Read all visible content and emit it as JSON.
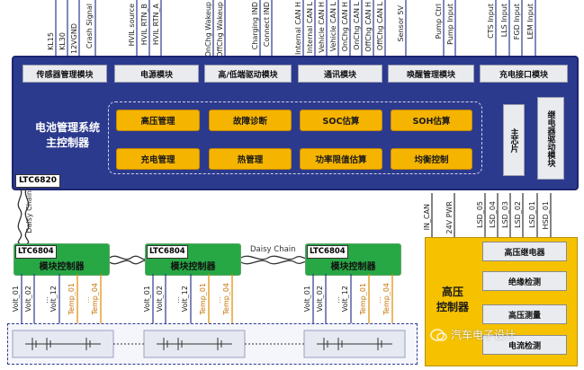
{
  "bms": {
    "title_line1": "电池管理系统",
    "title_line2": "主控制器",
    "chip": "LTC6820",
    "top_modules": [
      "传感器管理模块",
      "电源模块",
      "高/低端驱动模块",
      "通讯模块",
      "唤醒管理模块",
      "充电接口模块"
    ],
    "function_blocks": [
      "高压管理",
      "故障诊断",
      "SOC估算",
      "SOH估算",
      "充电管理",
      "热管理",
      "功率限值估算",
      "均衡控制"
    ],
    "mcu": "主芯片",
    "contactor_driver": "继电器驱动模块"
  },
  "top_signals": [
    "KL15",
    "KL30",
    "12VGND",
    "Crash Signal",
    "HVIL source",
    "HVIL RTN_B",
    "HVIL RTN_A",
    "OnChg Wakeup",
    "OffChg Wakeup",
    "Charging IND",
    "Connect IND",
    "Internal CAN H",
    "Internal CAN L",
    "Vehicle CAN H",
    "Vehicle CAN L",
    "OnChg CAN H",
    "OnChg CAN L",
    "OffChg CAN H",
    "OffChg CAN L",
    "Sensor 5V",
    "Pump Ctrl",
    "Pump Input",
    "CTS Input",
    "LLS Input",
    "FGD Input",
    "LEM Input"
  ],
  "daisy_vertical": "Daisy Chain",
  "daisy_horizontal": "Daisy Chain",
  "modules": [
    {
      "chip": "LTC6804",
      "title": "模块控制器"
    },
    {
      "chip": "LTC6804",
      "title": "模块控制器"
    },
    {
      "chip": "LTC6804",
      "title": "模块控制器"
    }
  ],
  "module_signals": [
    "Volt_01",
    "Volt_02",
    "...",
    "Volt_12",
    "Temp_01",
    "...",
    "Temp_04"
  ],
  "hv_signals": [
    "IN_CAN",
    "24V PWR"
  ],
  "lsd_signals": [
    "LSD_05",
    "LSD_04",
    "LSD_03",
    "LSD_02",
    "LSD_01",
    "HSD_01"
  ],
  "hv_controller": {
    "title_line1": "高压",
    "title_line2": "控制器",
    "modules": [
      "高压继电器",
      "绝缘检测",
      "高压测量",
      "电流检测"
    ]
  },
  "watermark": "汽车电子设计",
  "colors": {
    "bms_blue": "#2c3a8e",
    "function_yellow": "#f5b400",
    "module_green": "#28a745",
    "hv_yellow": "#f6c200"
  }
}
